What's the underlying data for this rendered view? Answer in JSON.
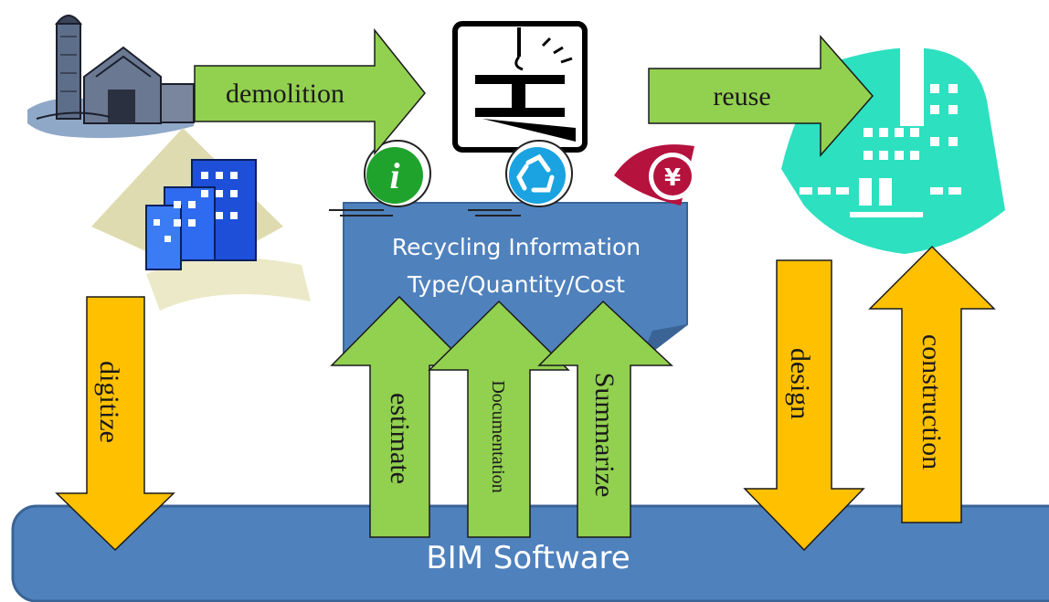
{
  "flow": {
    "demolition": "demolition",
    "reuse": "reuse",
    "digitize": "digitize",
    "estimate": "estimate",
    "documentation": "Documentation",
    "summarize": "Summarize",
    "design": "design",
    "construction": "construction"
  },
  "info_box": {
    "line1": "Recycling Information",
    "line2": "Type/Quantity/Cost"
  },
  "bim": {
    "label": "BIM Software"
  },
  "icons": {
    "info": "i",
    "yen": "¥"
  },
  "colors": {
    "green_arrow": "#92d050",
    "orange_arrow": "#ffc000",
    "blue_box": "#4f81bd",
    "teal_building": "#2de0c0"
  }
}
